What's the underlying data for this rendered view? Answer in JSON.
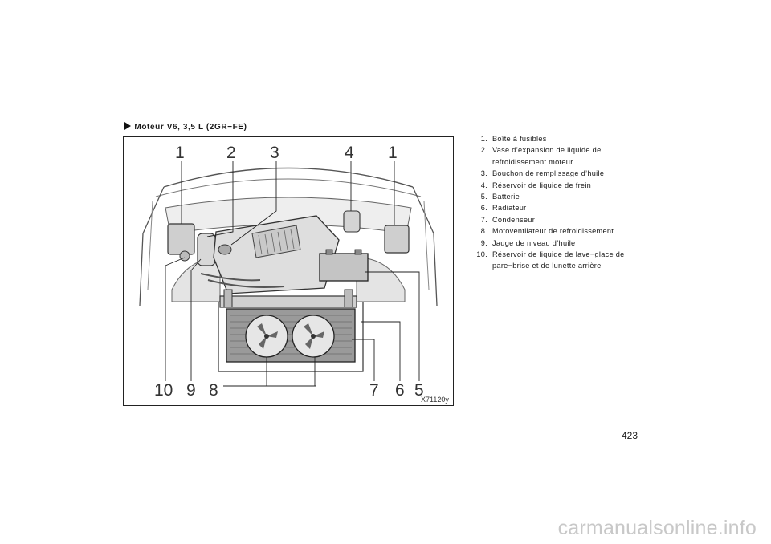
{
  "section": {
    "title": "Moteur V6, 3,5 L (2GR−FE)"
  },
  "figure": {
    "code": "X71120y",
    "callouts_top": [
      "1",
      "2",
      "3",
      "4",
      "1"
    ],
    "callouts_bottom": [
      "10",
      "9",
      "8",
      "7",
      "6",
      "5"
    ]
  },
  "legend": [
    {
      "num": "1.",
      "text": "Boîte à fusibles"
    },
    {
      "num": "2.",
      "text": "Vase d’expansion de liquide de refroidissement moteur"
    },
    {
      "num": "3.",
      "text": "Bouchon de remplissage d’huile"
    },
    {
      "num": "4.",
      "text": "Réservoir de liquide de frein"
    },
    {
      "num": "5.",
      "text": "Batterie"
    },
    {
      "num": "6.",
      "text": "Radiateur"
    },
    {
      "num": "7.",
      "text": "Condenseur"
    },
    {
      "num": "8.",
      "text": "Motoventilateur de refroidissement"
    },
    {
      "num": "9.",
      "text": "Jauge de niveau d’huile"
    },
    {
      "num": "10.",
      "text": "Réservoir de liquide de lave−glace de pare−brise et de lunette arrière"
    }
  ],
  "page": {
    "number": "423"
  },
  "watermark": {
    "text": "carmanualsonline.info"
  }
}
